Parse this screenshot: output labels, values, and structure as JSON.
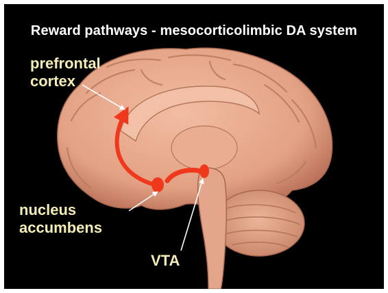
{
  "title": "Reward pathways - mesocorticolimbic DA system",
  "labels": {
    "prefrontal_line1": "prefrontal",
    "prefrontal_line2": "cortex",
    "nucleus_line1": "nucleus",
    "nucleus_line2": "accumbens",
    "vta": "VTA"
  },
  "colors": {
    "background": "#000000",
    "brain": "#e8a88a",
    "pathway": "#f0391c",
    "label": "#f3ecb4",
    "title": "#ffffff"
  }
}
